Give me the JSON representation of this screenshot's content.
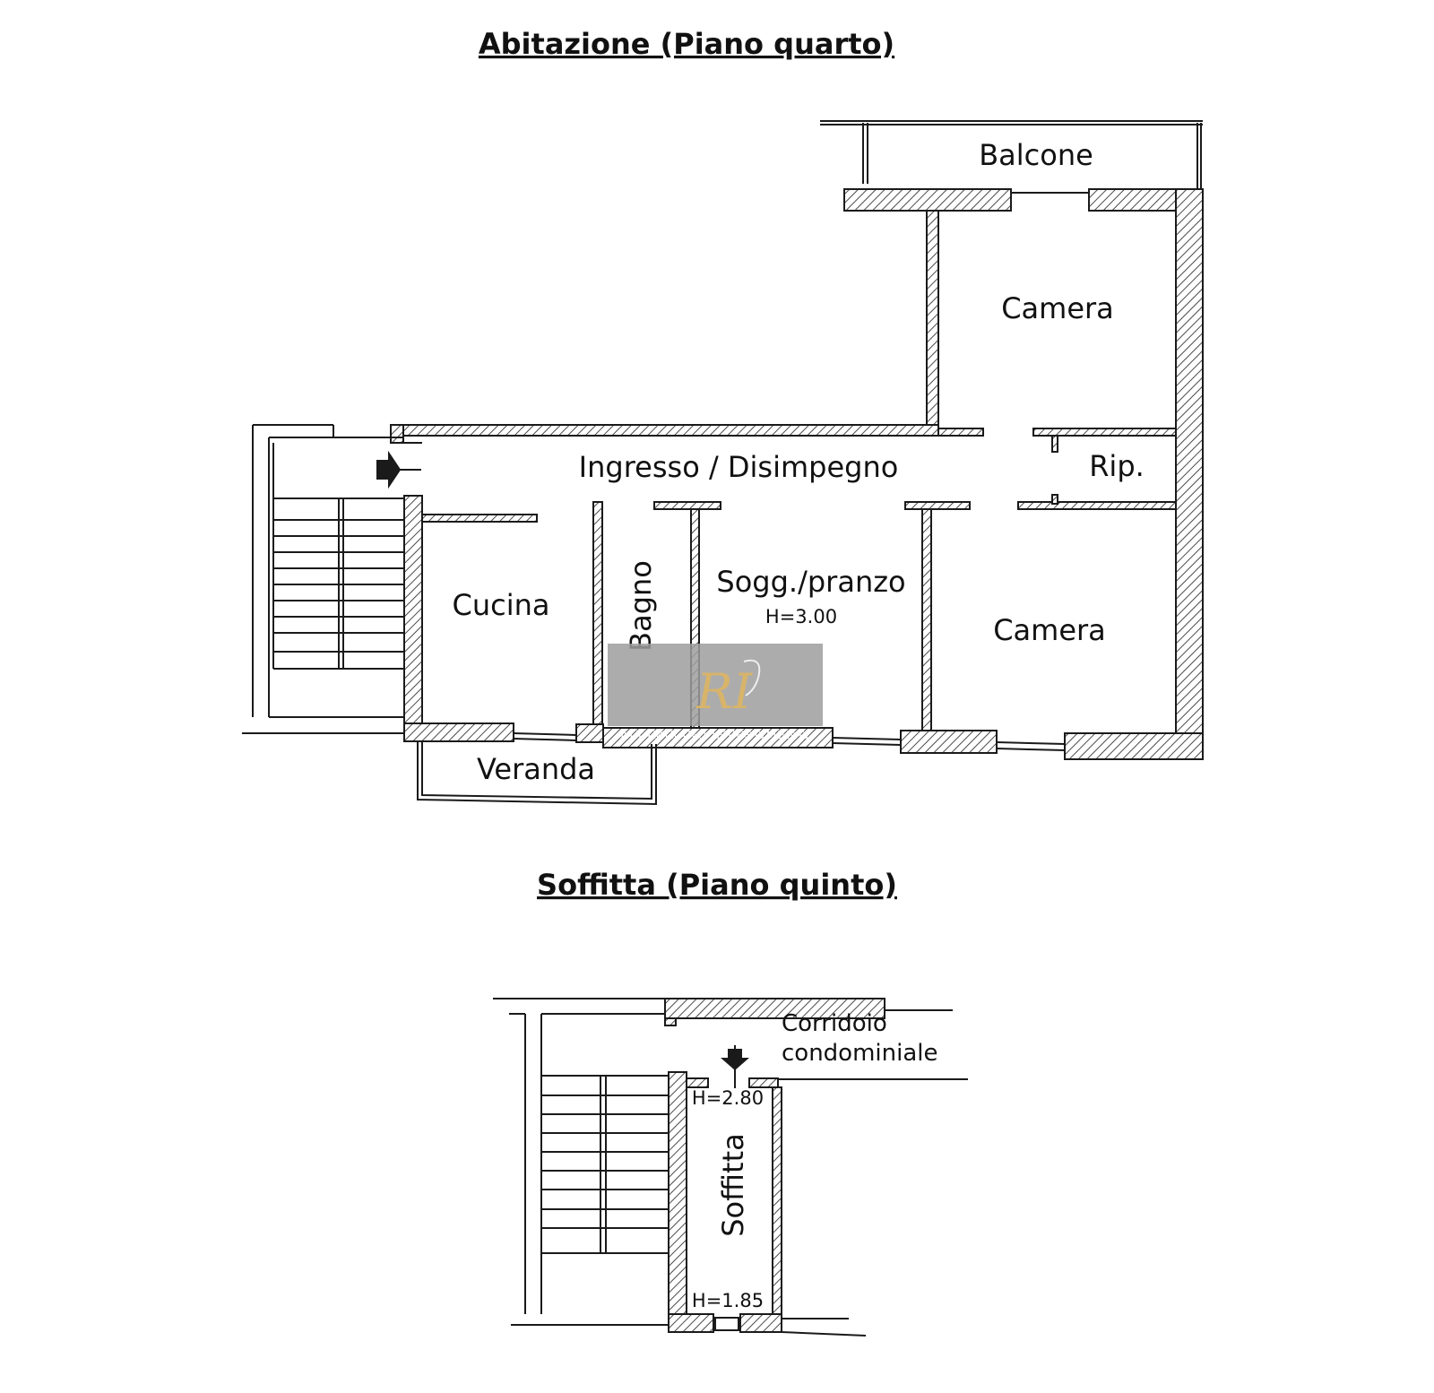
{
  "floor4": {
    "title": "Abitazione (Piano quarto)",
    "rooms": {
      "balcone": "Balcone",
      "camera_top": "Camera",
      "ingresso": "Ingresso / Disimpegno",
      "rip": "Rip.",
      "cucina": "Cucina",
      "bagno": "Bagno",
      "soggiorno": "Sogg./pranzo",
      "soggiorno_height": "H=3.00",
      "camera_bottom": "Camera",
      "veranda": "Veranda"
    }
  },
  "floor5": {
    "title": "Soffitta (Piano quinto)",
    "rooms": {
      "corridoio_line1": "Corridoio",
      "corridoio_line2": "condominiale",
      "soffitta": "Soffitta",
      "height_top": "H=2.80",
      "height_bottom": "H=1.85"
    }
  },
  "watermark": {
    "logo_letters": "RI",
    "caption": "ALTAMIRANO INVESTIMENTI"
  },
  "colors": {
    "wall_stroke": "#1a1a1a",
    "hatch": "#5a5a5a",
    "watermark_bg": "#9e9e9e",
    "watermark_gold": "#d8b46a"
  }
}
